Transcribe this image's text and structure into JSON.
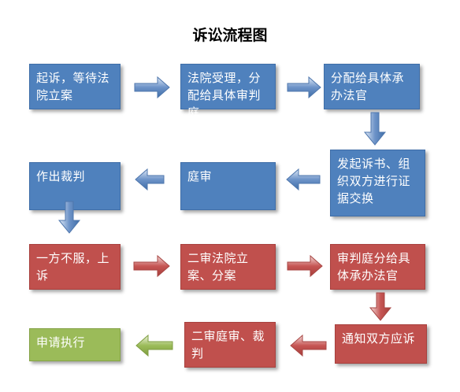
{
  "title": "诉讼流程图",
  "colors": {
    "blue": "#4f81bd",
    "red": "#c0504d",
    "green": "#9bbb59",
    "arrow_blue": "#6d93c8",
    "arrow_red": "#c65654",
    "arrow_green": "#9bbb59"
  },
  "nodes": {
    "n1": "起诉，等待法院立案",
    "n2": "法院受理，分配给具体审判庭",
    "n3": "分配给具体承办法官",
    "n4": "发起诉书、组织双方进行证据交换",
    "n5": "庭审",
    "n6": "作出裁判",
    "n7": "一方不服，上诉",
    "n8": "二审法院立案、分案",
    "n9": "审判庭分给具体承办法官",
    "n10": "通知双方应诉",
    "n11": "二审庭审、裁判",
    "n12": "申请执行"
  }
}
